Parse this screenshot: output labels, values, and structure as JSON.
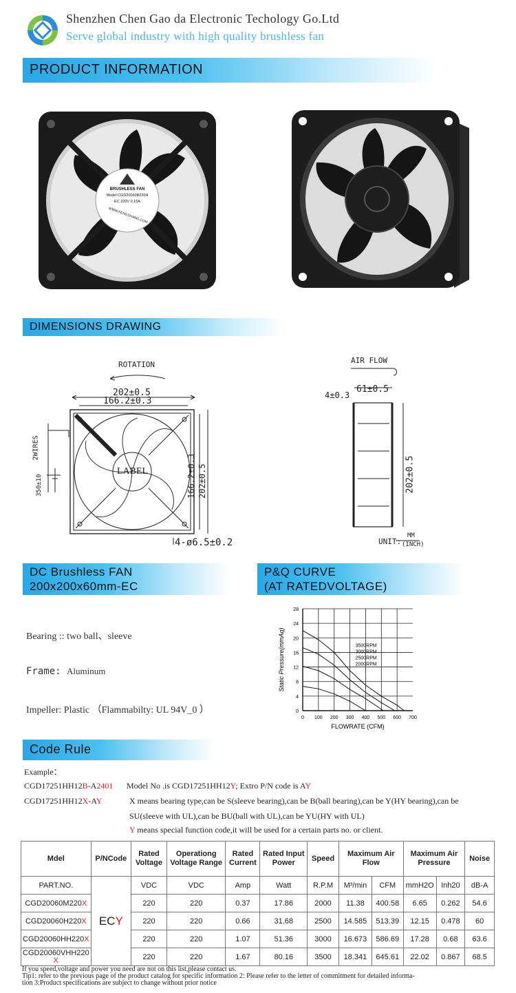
{
  "header": {
    "company": "Shenzhen Chen Gao da Electronic Techology Go.Ltd",
    "slogan": "Serve global industry with high quality brushless fan",
    "accent": "#2aa8e6",
    "slogan_color": "#46b6e8"
  },
  "sections": {
    "product_info": "PRODUCT INFORMATION",
    "dimensions": "DIMENSIONS DRAWING",
    "fan_title_1": "DC Brushless FAN",
    "fan_title_2": "200x200x60mm-EC",
    "pq_title_1": "P&Q CURVE",
    "pq_title_2": "(AT RATEDVOLTAGE)",
    "code_rule": "Code Rule"
  },
  "photo_label": {
    "line1": "BRUSHLESS FAN",
    "line2": "Model:CGD20060B220H",
    "line3": "EC 220V 0.15A",
    "line4": "WWW.FENGSHANG.COM"
  },
  "drawing": {
    "rotation": "ROTATION",
    "dim_202": "202±0.5",
    "dim_166": "166.2±0.3",
    "wires": "2WIRES",
    "lead": "350±10",
    "label": "LABEL",
    "holes": "4-ø6.5±0.2",
    "airflow": "AIR FLOW",
    "depth": "61±0.5",
    "flange": "4±0.3",
    "unit": "UNIT:",
    "unit_mm": "MM",
    "unit_inch": "(INCH)"
  },
  "specs": {
    "bearing": "Bearing :: two  ball、sleeve",
    "frame_label": "Frame: ",
    "frame_value": "Aluminum",
    "impeller": "Impeller: Plastic （Flammabilty: UL 94V_0 ）"
  },
  "chart_data": {
    "type": "line",
    "title": "",
    "xlabel": "FLOWRATE (CFM)",
    "ylabel": "Static Pressure(mmAq)",
    "xlim": [
      0,
      700
    ],
    "ylim": [
      0,
      28
    ],
    "x_ticks": [
      "0",
      "100",
      "200",
      "300",
      "400",
      "500",
      "600",
      "700"
    ],
    "y_ticks": [
      "0",
      "4",
      "8",
      "12",
      "16",
      "20",
      "24",
      "28"
    ],
    "grid": true,
    "legend": "inline-labels",
    "series": [
      {
        "name": "3500RPM",
        "x": [
          0,
          100,
          200,
          300,
          400,
          500,
          600,
          645
        ],
        "y": [
          22,
          19.5,
          16,
          11,
          7,
          4,
          1.5,
          0
        ]
      },
      {
        "name": "3000RPM",
        "x": [
          0,
          100,
          200,
          300,
          400,
          500,
          586
        ],
        "y": [
          17.3,
          15.5,
          12.5,
          8.5,
          5,
          2.2,
          0
        ]
      },
      {
        "name": "2500RPM",
        "x": [
          0,
          100,
          200,
          300,
          400,
          513
        ],
        "y": [
          12.2,
          11,
          8.8,
          5.8,
          3.3,
          0
        ]
      },
      {
        "name": "2000RPM",
        "x": [
          0,
          100,
          200,
          300,
          400
        ],
        "y": [
          6.7,
          6,
          4.6,
          2.6,
          0
        ]
      }
    ]
  },
  "code_rule": {
    "example_label": "Example：",
    "ex1_model_a": "CGD17251HH12",
    "ex1_model_b": "B",
    "ex1_model_c": "-A",
    "ex1_model_d": "2401",
    "ex1_text_a": "Model  No .is  CGD17251HH12",
    "ex1_text_b": "Y",
    "ex1_text_c": ";  Extro  P/N  code  is  A",
    "ex1_text_d": "Y",
    "ex2_model_a": "CGD17251HH12",
    "ex2_model_b": "X",
    "ex2_model_c": "-A",
    "ex2_model_d": "Y",
    "x_rule_1": "X  means bearing type,can be S(sleeve bearing),can be B(ball bearing),can be Y(HY bearing),can be",
    "x_rule_2": "SU(sleeve with UL),can be BU(ball with UL),can be YU(HY with UL)",
    "y_rule_a": "Y",
    "y_rule_b": " means special function code,it will be used for a certain parts no. or client."
  },
  "table": {
    "headers": [
      "Mdel",
      "P/NCode",
      "Rated Voltage",
      "Operationg Voltage Range",
      "Rated Current",
      "Rated Input Power",
      "Speed",
      "Maximum Air Flow",
      "Maximum Air Pressure",
      "Noise"
    ],
    "units": [
      "PART.NO.",
      "VDC",
      "VDC",
      "Amp",
      "Watt",
      "R.P.M",
      "M³/min",
      "CFM",
      "mmH2O",
      "Inh20",
      "dB-A"
    ],
    "pn_code_a": "EC",
    "pn_code_b": "Y",
    "rows": [
      {
        "part": "CGD20060M220",
        "suffix": "X",
        "rv": "220",
        "range": "220",
        "cur": "0.37",
        "pow": "17.86",
        "rpm": "2000",
        "m3": "11.38",
        "cfm": "400.58",
        "mmh2o": "6.65",
        "inh2o": "0.262",
        "db": "54.6"
      },
      {
        "part": "CGD20060H220",
        "suffix": "X",
        "rv": "220",
        "range": "220",
        "cur": "0.66",
        "pow": "31.68",
        "rpm": "2500",
        "m3": "14.585",
        "cfm": "513.39",
        "mmh2o": "12.15",
        "inh2o": "0.478",
        "db": "60"
      },
      {
        "part": "CGD20060HH220",
        "suffix": "X",
        "rv": "220",
        "range": "220",
        "cur": "1.07",
        "pow": "51.36",
        "rpm": "3000",
        "m3": "16.673",
        "cfm": "586.69",
        "mmh2o": "17.28",
        "inh2o": "0.68",
        "db": "63.6"
      },
      {
        "part": "CGD20060VHH220",
        "suffix": "X",
        "rv": "220",
        "range": "220",
        "cur": "1.67",
        "pow": "80.16",
        "rpm": "3500",
        "m3": "18.341",
        "cfm": "645.61",
        "mmh2o": "22.02",
        "inh2o": "0.867",
        "db": "68.5"
      }
    ]
  },
  "footer": {
    "line1": "If  you speed,voltage and power you need are not on this  list,please contact us.",
    "line2": "Tip1: refer to the previous page of the product catalog for specific information 2: Please refer to the letter of commitment for detailed informa-",
    "line3": "tion 3:Product specifications are subject to change without prior notice"
  }
}
